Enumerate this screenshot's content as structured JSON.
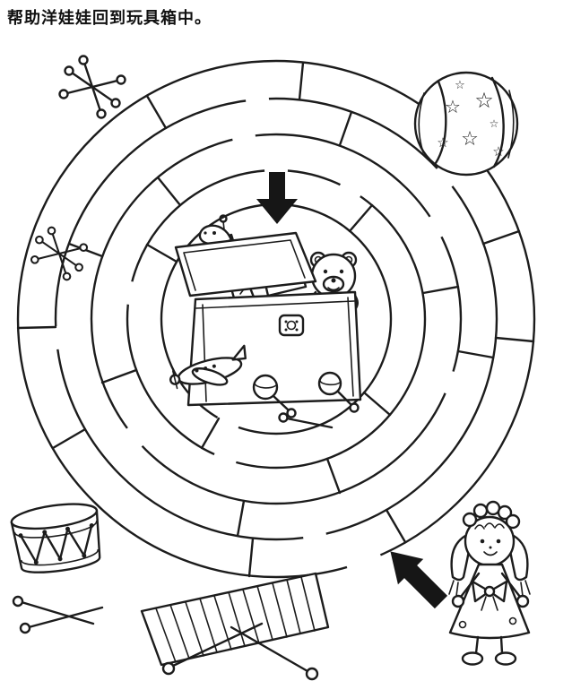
{
  "worksheet": {
    "instruction": "帮助洋娃娃回到玩具箱中。",
    "maze": {
      "shape": "circular",
      "rings": 5
    },
    "start_marker": "up-left-arrow",
    "goal_marker": "down-arrow",
    "illustrations": {
      "center": "open-toy-box-with-toys",
      "top_right": "beach-ball-with-stars",
      "top_left": "toy-jack",
      "mid_left": "toy-jack",
      "bottom_left": "drum-with-drumsticks",
      "bottom_center": "xylophone-with-mallets",
      "bottom_right": "rag-doll"
    }
  },
  "colors": {
    "ink": "#1c1c1c",
    "paper": "#ffffff"
  }
}
